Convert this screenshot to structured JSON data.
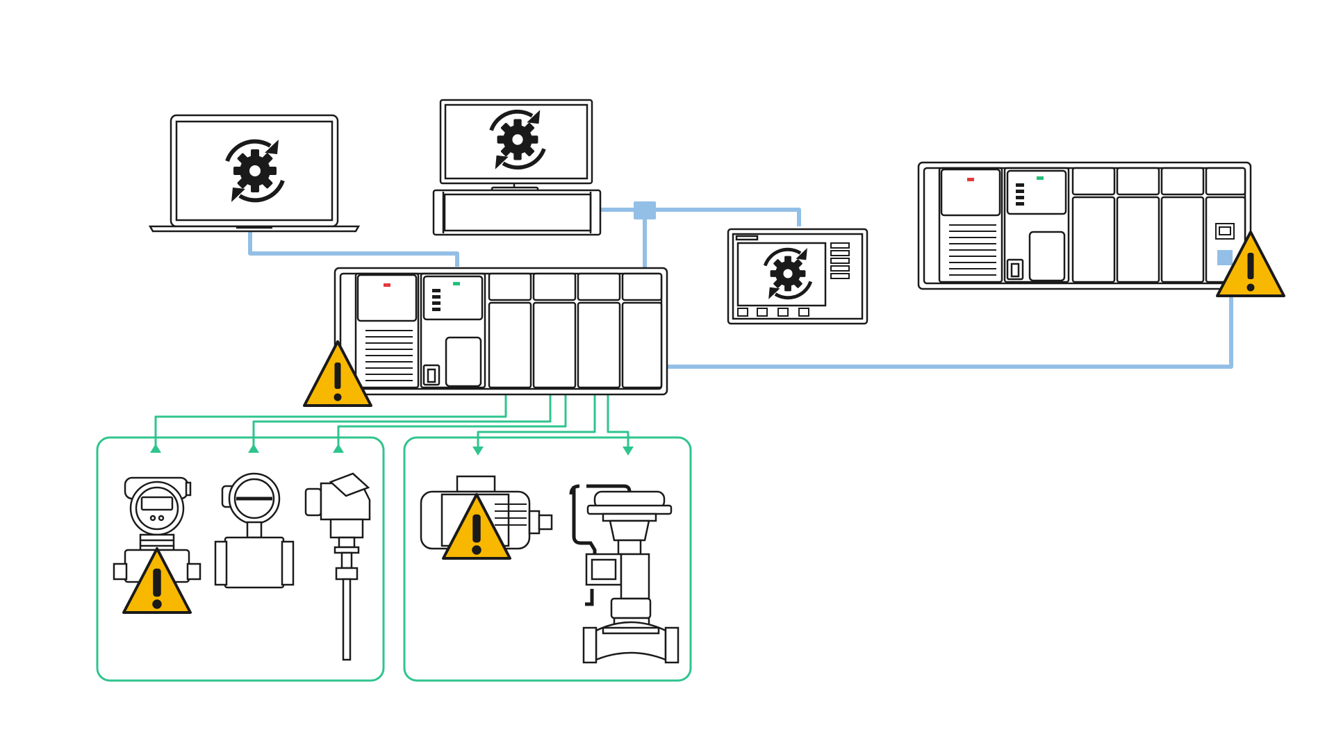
{
  "colors": {
    "background": "#ffffff",
    "outline": "#1a1a1a",
    "network_link": "#93bfe6",
    "field_link": "#2fc48d",
    "warning_fill": "#f8b800",
    "warning_mark": "#1a1a1a",
    "led_red": "#e23b3b",
    "led_green": "#22c07a"
  },
  "icons": {
    "engineering_software": "gear-sync-icon",
    "warning": "warning-triangle-icon",
    "network_port": "ethernet-port-icon"
  },
  "devices": {
    "workstations": [
      "laptop",
      "desktop-pc"
    ],
    "hmi": "hmi-panel",
    "controllers": [
      "plc-main",
      "plc-remote"
    ],
    "input_group": [
      "pressure-transmitter",
      "flow-meter",
      "temperature-sensor"
    ],
    "output_group": [
      "electric-motor",
      "control-valve"
    ]
  },
  "warnings": [
    "plc-main",
    "plc-remote",
    "pressure-transmitter",
    "electric-motor"
  ]
}
